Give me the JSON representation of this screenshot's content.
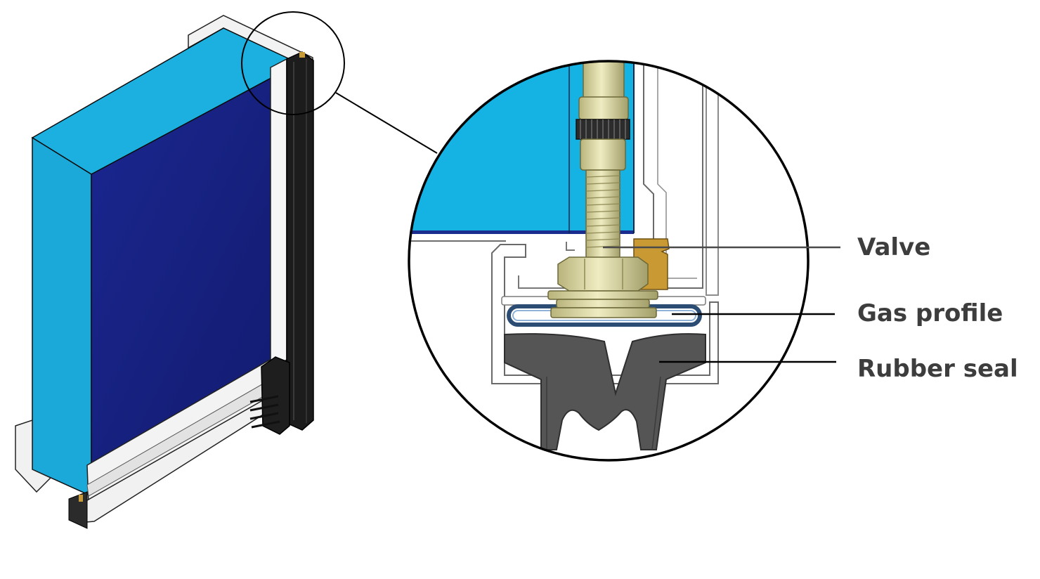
{
  "callouts": {
    "valve": "Valve",
    "gas_profile": "Gas profile",
    "rubber_seal": "Rubber seal"
  },
  "colors": {
    "glass_edge": "#1cb0e0",
    "glass_face": "#16217f",
    "frame_white": "#f4f4f4",
    "rubber_dark": "#1c1c1c",
    "seal_gray": "#545454",
    "valve_brass": "#dcd9a8",
    "gas_profile_blue": "#2b4c73",
    "spacer_bronze": "#c79a3a",
    "outline": "#000000"
  },
  "icons": [
    "magnifier-circle-icon",
    "leader-line-icon"
  ]
}
